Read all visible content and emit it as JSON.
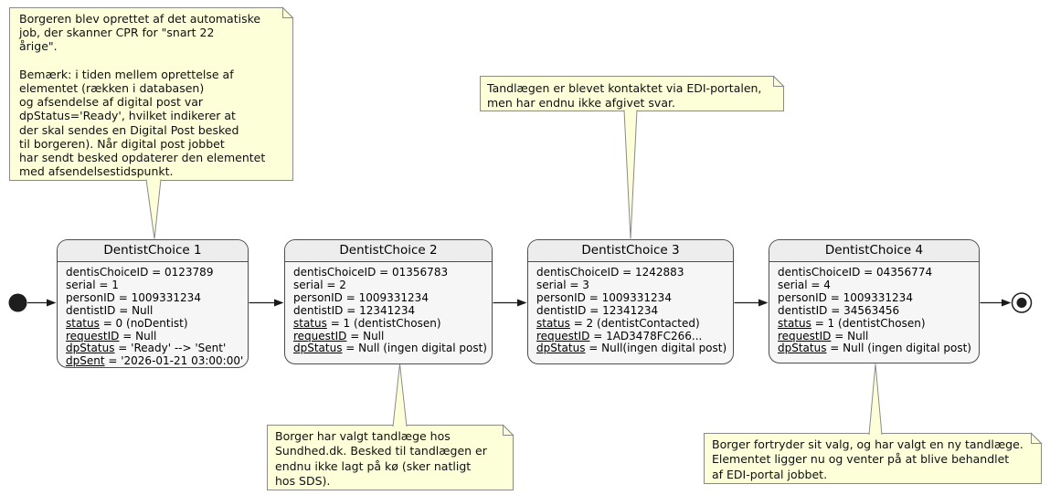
{
  "colors": {
    "note_fill": "#FDFFD8",
    "note_border": "#8A8A8A",
    "state_border": "#4D4D4D",
    "state_header_fill": "#EDEDED",
    "state_body_fill": "#F6F6F6",
    "arrow": "#1A1A1A"
  },
  "states": [
    {
      "title": "DentistChoice 1",
      "attributes": [
        {
          "key": "dentisChoiceID",
          "rest": " = 0123789",
          "underlined": false
        },
        {
          "key": "serial",
          "rest": " = 1",
          "underlined": false
        },
        {
          "key": "personID",
          "rest": " = 1009331234",
          "underlined": false
        },
        {
          "key": "dentistID",
          "rest": " = Null",
          "underlined": false
        },
        {
          "key": "status",
          "rest": " = 0 (noDentist)",
          "underlined": true
        },
        {
          "key": "requestID",
          "rest": " = Null",
          "underlined": true
        },
        {
          "key": "dpStatus",
          "rest": " = 'Ready' --> 'Sent'",
          "underlined": true
        },
        {
          "key": "dpSent",
          "rest": " = '2026-01-21 03:00:00'",
          "underlined": true
        }
      ]
    },
    {
      "title": "DentistChoice 2",
      "attributes": [
        {
          "key": "dentisChoiceID",
          "rest": " = 01356783",
          "underlined": false
        },
        {
          "key": "serial",
          "rest": " = 2",
          "underlined": false
        },
        {
          "key": "personID",
          "rest": " = 1009331234",
          "underlined": false
        },
        {
          "key": "dentistID",
          "rest": " = 12341234",
          "underlined": false
        },
        {
          "key": "status",
          "rest": " = 1 (dentistChosen)",
          "underlined": true
        },
        {
          "key": "requestID",
          "rest": " = Null",
          "underlined": true
        },
        {
          "key": "dpStatus",
          "rest": " = Null (ingen digital post)",
          "underlined": true
        }
      ]
    },
    {
      "title": "DentistChoice 3",
      "attributes": [
        {
          "key": "dentisChoiceID",
          "rest": " = 1242883",
          "underlined": false
        },
        {
          "key": "serial",
          "rest": " = 3",
          "underlined": false
        },
        {
          "key": "personID",
          "rest": " = 1009331234",
          "underlined": false
        },
        {
          "key": "dentistID",
          "rest": " = 12341234",
          "underlined": false
        },
        {
          "key": "status",
          "rest": " = 2 (dentistContacted)",
          "underlined": true
        },
        {
          "key": "requestID",
          "rest": " = 1AD3478FC266...",
          "underlined": true
        },
        {
          "key": "dpStatus",
          "rest": " = Null(ingen digital post)",
          "underlined": true
        }
      ]
    },
    {
      "title": "DentistChoice 4",
      "attributes": [
        {
          "key": "dentisChoiceID",
          "rest": " = 04356774",
          "underlined": false
        },
        {
          "key": "serial",
          "rest": " = 4",
          "underlined": false
        },
        {
          "key": "personID",
          "rest": " = 1009331234",
          "underlined": false
        },
        {
          "key": "dentistID",
          "rest": " = 34563456",
          "underlined": false
        },
        {
          "key": "status",
          "rest": " = 1 (dentistChosen)",
          "underlined": true
        },
        {
          "key": "requestID",
          "rest": " = Null",
          "underlined": true
        },
        {
          "key": "dpStatus",
          "rest": " = Null (ingen digital post)",
          "underlined": true
        }
      ]
    }
  ],
  "notes": {
    "created": {
      "text": "Borgeren blev oprettet af det automatiske\njob, der skanner CPR for \"snart 22\nårige\".\n\nBemærk: i tiden mellem oprettelse af\nelementet (rækken i databasen)\nog afsendelse af digital post var\ndpStatus='Ready', hvilket indikerer at\nder skal sendes en Digital Post besked\ntil borgeren). Når digital post jobbet\nhar sendt besked opdaterer den elementet\nmed afsendelsestidspunkt."
    },
    "dentist_contacted": {
      "text": "Tandlægen er blevet kontaktet via EDI-portalen,\nmen har endnu ikke afgivet svar."
    },
    "dentist_chosen": {
      "text": "Borger har valgt tandlæge hos\nSundhed.dk. Besked til tandlægen er\nendnu ikke lagt på kø (sker natligt\nhos SDS)."
    },
    "regret": {
      "text": "Borger fortryder sit valg, og har valgt en ny tandlæge.\nElementet ligger nu og venter på at blive behandlet\naf EDI-portal jobbet."
    }
  }
}
